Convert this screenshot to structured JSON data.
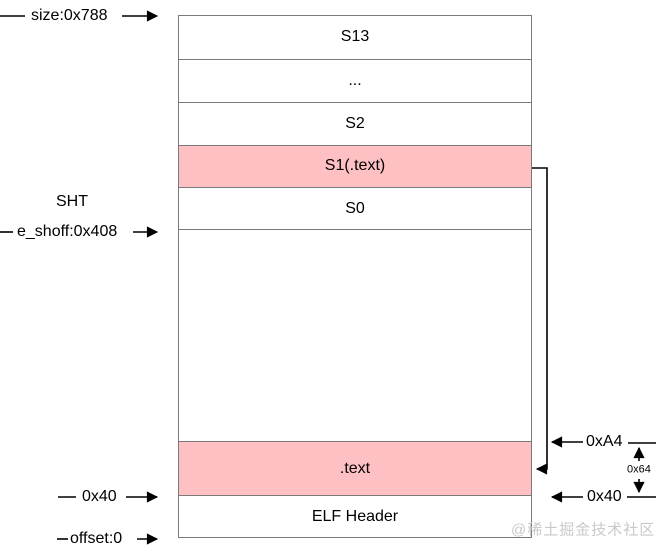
{
  "diagram": {
    "box": {
      "sections": [
        {
          "label": "S13",
          "highlight": false
        },
        {
          "label": "...",
          "highlight": false
        },
        {
          "label": "S2",
          "highlight": false
        },
        {
          "label": "S1(.text)",
          "highlight": true
        },
        {
          "label": "S0",
          "highlight": false
        },
        {
          "label": "",
          "highlight": false
        },
        {
          "label": ".text",
          "highlight": true
        },
        {
          "label": "ELF Header",
          "highlight": false
        }
      ]
    },
    "left_annotations": {
      "size": {
        "label": "size:0x788"
      },
      "sht": {
        "label": "SHT"
      },
      "eshoff": {
        "label": "e_shoff:0x408"
      },
      "addr40": {
        "label": "0x40"
      },
      "offset": {
        "label": "offset:0"
      }
    },
    "right_annotations": {
      "addrA4": {
        "label": "0xA4"
      },
      "size64": {
        "label": "0x64"
      },
      "addr40": {
        "label": "0x40"
      }
    },
    "watermark": {
      "text": "@稀土掘金技术社区"
    },
    "colors": {
      "highlight": "#ffc0c4",
      "box_border": "#7a7a7a",
      "arrow_line": "#000000",
      "watermark": "#c9c9c9"
    }
  }
}
